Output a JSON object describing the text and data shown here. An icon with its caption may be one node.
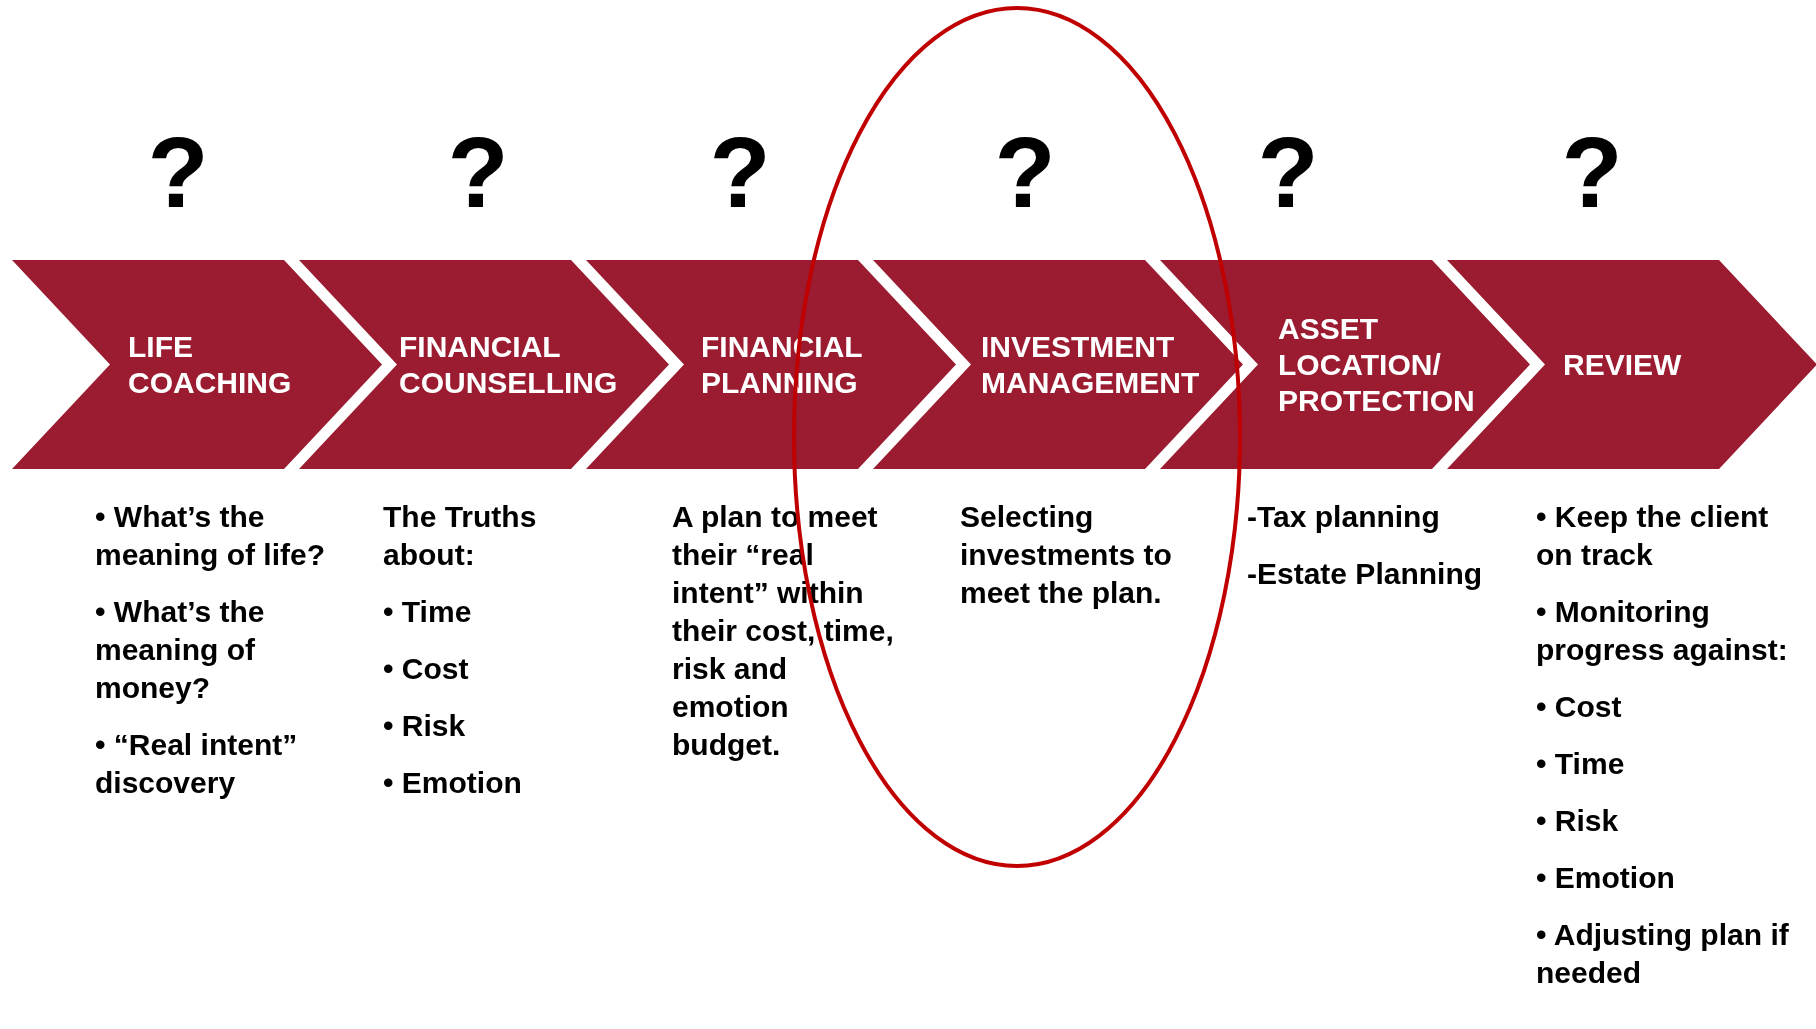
{
  "diagram": {
    "nodes": [
      {
        "text": [
          "LIFE COACHING"
        ],
        "beside": [
          "?",
          "• What’s the meaning of life?",
          "• What’s the meaning of money?",
          "• “Real intent” discovery"
        ]
      },
      {
        "text": [
          "FINANCIAL COUNSELLING"
        ],
        "beside": [
          "?",
          "The Truths about:",
          "• Time",
          "• Cost",
          "• Risk",
          "• Emotion"
        ]
      },
      {
        "text": [
          "FINANCIAL PLANNING"
        ],
        "beside": [
          "?",
          "A plan to meet their “real intent” within their cost, time, risk and emotion budget."
        ]
      },
      {
        "text": [
          "INVESTMENT MANAGEMENT"
        ],
        "beside": [
          "?",
          "Selecting investments to meet the plan."
        ]
      },
      {
        "text": [
          "ASSET LOCATION/ PROTECTION"
        ],
        "beside": [
          "?",
          "-Tax planning",
          "-Estate Planning"
        ]
      },
      {
        "text": [
          "REVIEW"
        ],
        "beside": [
          "?",
          "• Keep the client on track",
          "• Monitoring progress against:",
          "• Cost",
          "• Time",
          "• Risk",
          "• Emotion",
          "• Adjusting plan if needed"
        ]
      }
    ]
  }
}
